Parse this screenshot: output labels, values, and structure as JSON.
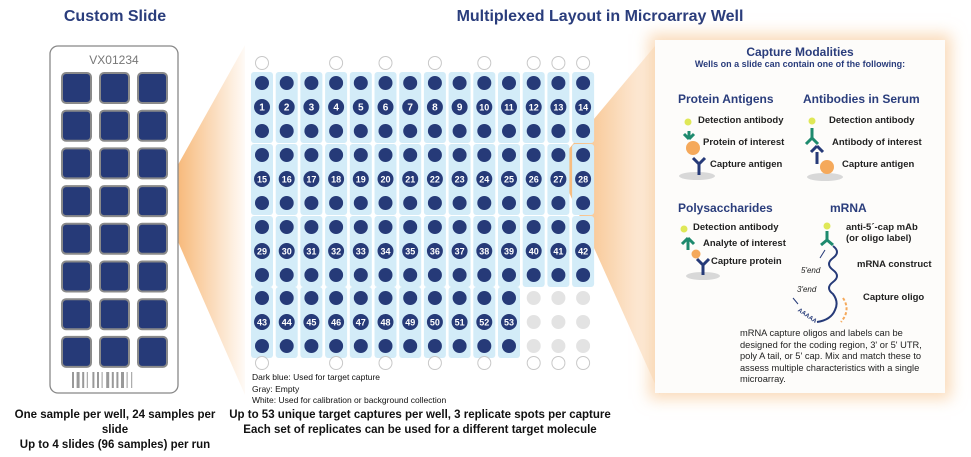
{
  "slide": {
    "title": "Custom Slide",
    "id_label": "VX01234",
    "well_rows": 8,
    "well_cols": 3,
    "caption_line1": "One sample per well, 24 samples per slide",
    "caption_line2": "Up to 4 slides (96 samples) per run"
  },
  "layout": {
    "title": "Multiplexed Layout in Microarray Well",
    "total_captures": 53,
    "columns": 14,
    "white_columns": [
      1,
      4,
      6,
      8,
      10,
      12,
      13,
      14
    ],
    "legend": [
      "Dark blue: Used for target capture",
      "Gray: Empty",
      "White: Used for calibration or background collection"
    ],
    "caption_line1": "Up to 53 unique target captures per well, 3 replicate spots per capture",
    "caption_line2": "Each set of replicates can be used for a different target molecule"
  },
  "colors": {
    "dark_blue": "#263a78",
    "light_blue": "#d3ecf8",
    "gray": "#e3e3e3",
    "orange": "#f5a95b",
    "green": "#1e8a6e",
    "yellow": "#dfe857"
  },
  "panel": {
    "title": "Capture Modalities",
    "subtitle": "Wells on a slide can contain one of the following:",
    "protein": {
      "heading": "Protein Antigens",
      "labels": [
        "Detection antibody",
        "Protein of interest",
        "Capture antigen"
      ]
    },
    "serum": {
      "heading": "Antibodies in Serum",
      "labels": [
        "Detection antibody",
        "Antibody of interest",
        "Capture antigen"
      ]
    },
    "poly": {
      "heading": "Polysaccharides",
      "labels": [
        "Detection antibody",
        "Analyte of interest",
        "Capture protein"
      ]
    },
    "mrna": {
      "heading": "mRNA",
      "label1": "anti-5´-cap mAb",
      "label1b": "(or oligo label)",
      "label2": "mRNA construct",
      "label3": "Capture oligo",
      "five_end": "5'end",
      "three_end": "3'end",
      "tail": "AAAAA",
      "note": "mRNA capture oligos and labels can be designed for the coding region, 3' or 5' UTR, poly A tail, or 5' cap. Mix and match these to assess multiple characteristics with a single microarray."
    }
  }
}
